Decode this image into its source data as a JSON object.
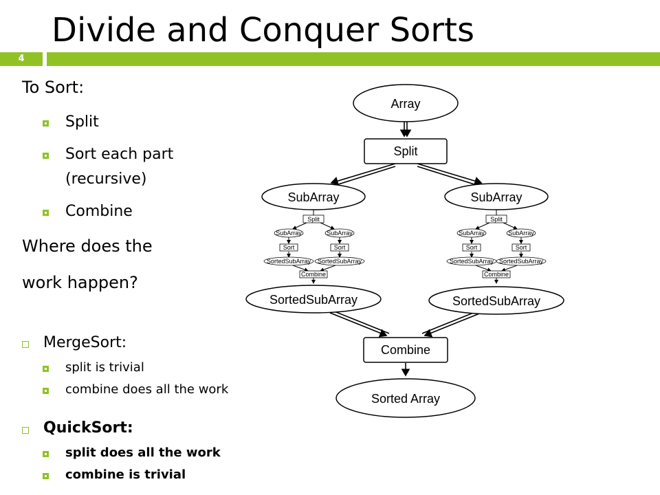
{
  "slide": {
    "title": "Divide and Conquer Sorts",
    "number": "4",
    "accent_color": "#90c226"
  },
  "bullets": {
    "to_sort": "To Sort:",
    "split": "Split",
    "sort_each_line1": "Sort each part",
    "sort_each_line2": "(recursive)",
    "combine": "Combine",
    "where_line1": "Where does the",
    "where_line2": "work happen?",
    "mergesort": "MergeSort:",
    "merge_split": "split is trivial",
    "merge_combine": "combine does all the work",
    "quicksort": "QuickSort:",
    "quick_split": "split does all the work",
    "quick_combine": "combine is trivial"
  },
  "diagram": {
    "array": "Array",
    "split": "Split",
    "subarray_left": "SubArray",
    "subarray_right": "SubArray",
    "sorted_left": "SortedSubArray",
    "sorted_right": "SortedSubArray",
    "combine": "Combine",
    "sorted_array": "Sorted Array",
    "mini": {
      "split": "Split",
      "subarray": "SubArray",
      "sort": "Sort",
      "sorted": "SortedSubArray",
      "combine": "Combine"
    }
  }
}
